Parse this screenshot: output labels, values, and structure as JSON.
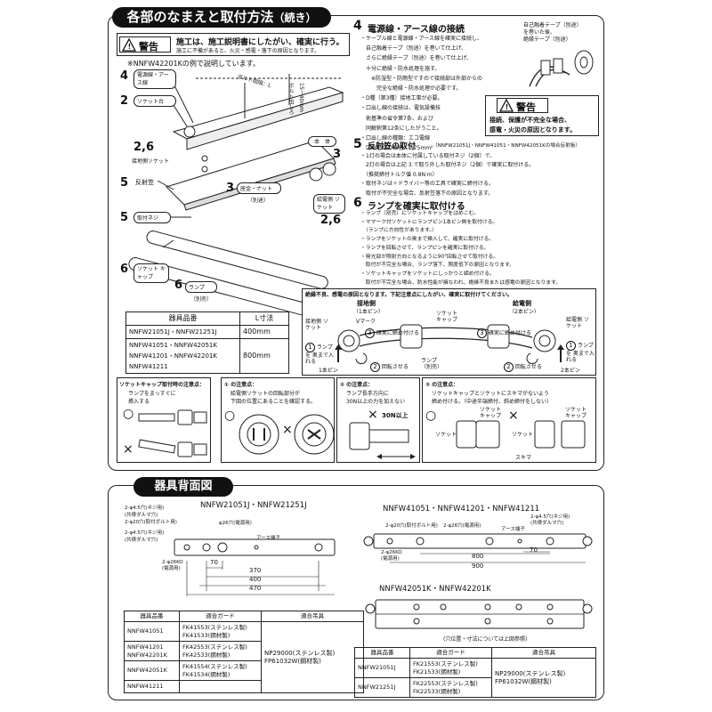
{
  "top": {
    "title": "各部のなまえと取付方法",
    "title_suffix": "（続き）",
    "warning_label": "警告",
    "warning_line1": "施工は、施工説明書にしたがい、確実に行う。",
    "warning_line2": "施工に不備があると、火災・感電・落下の原因となります。",
    "example_note": "※NNFW42201Kの例で説明しています。",
    "parts": {
      "p4": "4",
      "p4_label": "電源線・アース線",
      "p2": "2",
      "p2_label": "ソケット台",
      "p26a": "2,6",
      "p26a_label": "接地側ソケット",
      "p5a": "5",
      "p5a_label": "反射笠",
      "p5b": "5",
      "p5b_label": "取付ネジ",
      "p6a": "6",
      "p6a_label": "ソケット キャップ",
      "p6b": "6",
      "p6b_label": "ランプ",
      "p6b_sub": "（別売）",
      "honntai": "本　体",
      "p3a": "3",
      "p3b": "3",
      "p3b_label": "座金・ナット",
      "p3b_sub": "（別途）",
      "kyuden_label": "給電側 ソケット",
      "p26b": "2,6",
      "bolt_label": "ボルト間隔：L",
      "bolt_range": "15〜40mm",
      "bolt_note": "ボルト出しろ"
    },
    "table": {
      "headers": [
        "器具品番",
        "L寸法"
      ],
      "rows": [
        {
          "model": "NNFW21051J・NNFW21251J",
          "l": "400mm"
        },
        {
          "model": "NNFW41051・NNFW42051K NNFW41201・NNFW42201K NNFW41211",
          "l": "800mm"
        }
      ]
    },
    "sec4": {
      "num": "4",
      "title": "電源線・アース線の接続",
      "lines": [
        "・ケーブル線と電源線・アース線を確実に接続し、",
        "　自己融着テープ（別途）を巻いて仕上げ、",
        "　さらに絶縁テープ（別途）を巻いて仕上げ、",
        "　十分に絶縁・防水処理を施す。",
        "　　※防湿型・防雨型ですので接続部は外部からの",
        "　　　完全な絶縁・防水処理が必要です。",
        "・D種（第3種）接地工事が必要。",
        "・口出し線の接続は、電気設備技",
        "　術基準の省令第7条、および",
        "　同解釈第12条にしたがうこと。",
        "・口出し線の種類：エコ電線",
        "　口出し線の線径：0.75mm²"
      ],
      "tape_label1": "自己融着テープ（別途）",
      "tape_label2": "を巻いた後、",
      "tape_label3": "絶縁テープ（別途）",
      "warning_label": "警告",
      "warning_line1": "接続、保護が不完全な場合、",
      "warning_line2": "感電・火災の原因となります。"
    },
    "sec5": {
      "num": "5",
      "title": "反射笠の取付",
      "title_suffix": "（NNFW21051J・NNFW41051・NNFW42051Kの場合反射板）",
      "lines": [
        "・1灯の場合は本体に付属している取付ネジ（2個）で、",
        "　2灯の場合は上記 3.で取り外した取付ネジ（2個）で確実に取付ける。",
        "　（推奨締付トルク値 0.8N·m）",
        "・取付ネジは＋ドライバー等の工具で確実に締付ける。",
        "　取付が不完全な場合、反射笠落下の原因となります。"
      ]
    },
    "sec6": {
      "num": "6",
      "title": "ランプを確実に取付ける",
      "lines": [
        "・ランプ（別売）にソケットキャップをはめこむ。",
        "・ママーク付ソケットにランプピン1本ピン側を取付ける。",
        "　（ランプに方向性があります。）",
        "・ランプをソケットの奥まで挿入して、確実に取付ける。",
        "・ランプを回転させて、ランプピンを確実に取付ける。",
        "・発光部が照射方向となるように90°回転させて取付ける。",
        "　取付が不完全な場合、ランプ落下、照度低下の原因となります。",
        "・ソケットキャップをソケットにしっかりと締め付ける。",
        "　取付が不完全な場合、防水性能が損なわれ、絶縁不良または感電の原因となります。"
      ]
    },
    "lamp_diagram": {
      "caution": "絶縁不良、感電の原因となります。下記注意点にしたがい、確実に取付けてください。",
      "left_title": "接地側",
      "left_sub": "（1本ピン）",
      "right_title": "給電側",
      "right_sub": "（2本ピン）",
      "vmark": "Vマーク",
      "earth_socket": "接地側 ソケット",
      "feed_socket": "給電側 ソケット",
      "socket_cap": "ソケット キャップ",
      "lamp": "ランプ （別売）",
      "step3": "確実に締め付ける",
      "step1_left": "ランプを 奥まで入れる",
      "step1_right": "ランプを 奥まで入れる",
      "step2": "回転させる",
      "one_pin": "1本ピン",
      "two_pin": "2本ピン",
      "n1": "1",
      "n2": "2",
      "n3": "3"
    },
    "notes": {
      "cap_title": "ソケットキャップ取付時の注意点：",
      "cap_line1": "ランプをまっすぐに",
      "cap_line2": "挿入する",
      "n1_title": "① の注意点：",
      "n1_line1": "給電側ソケットの回転部分が",
      "n1_line2": "下図の位置にあることを確認する。",
      "n2_title": "② の注意点：",
      "n2_line1": "ランプ長手方向に",
      "n2_line2": "30N以上の力を加えない",
      "n2_force": "30N以上",
      "n3_title": "③ の注意点：",
      "n3_line1": "ソケットキャップとソケットにスキマがないよう",
      "n3_line2": "締め付ける。（中途半端締付、斜め締付をしない）",
      "socket": "ソケット",
      "socket_cap": "ソケット キャップ",
      "gap": "スキマ",
      "ok": "○",
      "ng": "×"
    }
  },
  "bottom": {
    "title": "器具背面図",
    "left": {
      "model": "NNFW21051J・NNFW21251J",
      "h1": "2-φ4.5穴(ネジ用)",
      "h1b": "(共俵ダルマ穴)",
      "h2": "2-φ20穴(取付ボルト用)",
      "h3": "2-φ4.5穴(ネジ用)",
      "h3b": "(共俵ダルマ穴)",
      "h4": "2-φ26KO",
      "h4b": "(電源用)",
      "h5": "φ26穴(電源用)",
      "earth": "アース端子",
      "d1": "70",
      "d2": "370",
      "d3": "400",
      "d4": "470"
    },
    "right_top": {
      "model": "NNFW41051・NNFW41201・NNFW41211",
      "h1": "2-φ20穴(取付ボルト用)",
      "h2": "2-φ26穴(電源用)",
      "h3": "2-φ4.5穴(ネジ用)",
      "h3b": "(共俵ダルマ穴)",
      "h4": "2-φ26KO",
      "h4b": "(電源用)",
      "earth": "アース端子",
      "d1": "70",
      "d2": "800",
      "d3": "900"
    },
    "right_mid": {
      "model": "NNFW42051K・NNFW42201K",
      "note": "(穴位置・寸法については上図参照)"
    },
    "table_left": {
      "headers": [
        "器具品番",
        "適合ガード",
        "適合吊具"
      ],
      "rows": [
        {
          "model": "NNFW41051",
          "guard": "FK41553(ステンレス製) FK41533(鋼材製)"
        },
        {
          "model": "NNFW41201 NNFW42201K",
          "guard": "FK42553(ステンレス製) FK42533(鋼材製)"
        },
        {
          "model": "NNFW42051K",
          "guard": "FK41554(ステンレス製) FK41534(鋼材製)"
        },
        {
          "model": "NNFW41211",
          "guard": ""
        }
      ],
      "hanger": "NP29000(ステンレス製) FP61032W(鋼材製)"
    },
    "table_right": {
      "headers": [
        "器具品番",
        "適合ガード",
        "適合吊具"
      ],
      "rows": [
        {
          "model": "NNFW21051J",
          "guard": "FK21553(ステンレス製) FK21533(鋼材製)"
        },
        {
          "model": "NNFW21251J",
          "guard": "FK22553(ステンレス製) FK22533(鋼材製)"
        }
      ],
      "hanger": "NP29000(ステンレス製) FP61032W(鋼材製)"
    }
  }
}
